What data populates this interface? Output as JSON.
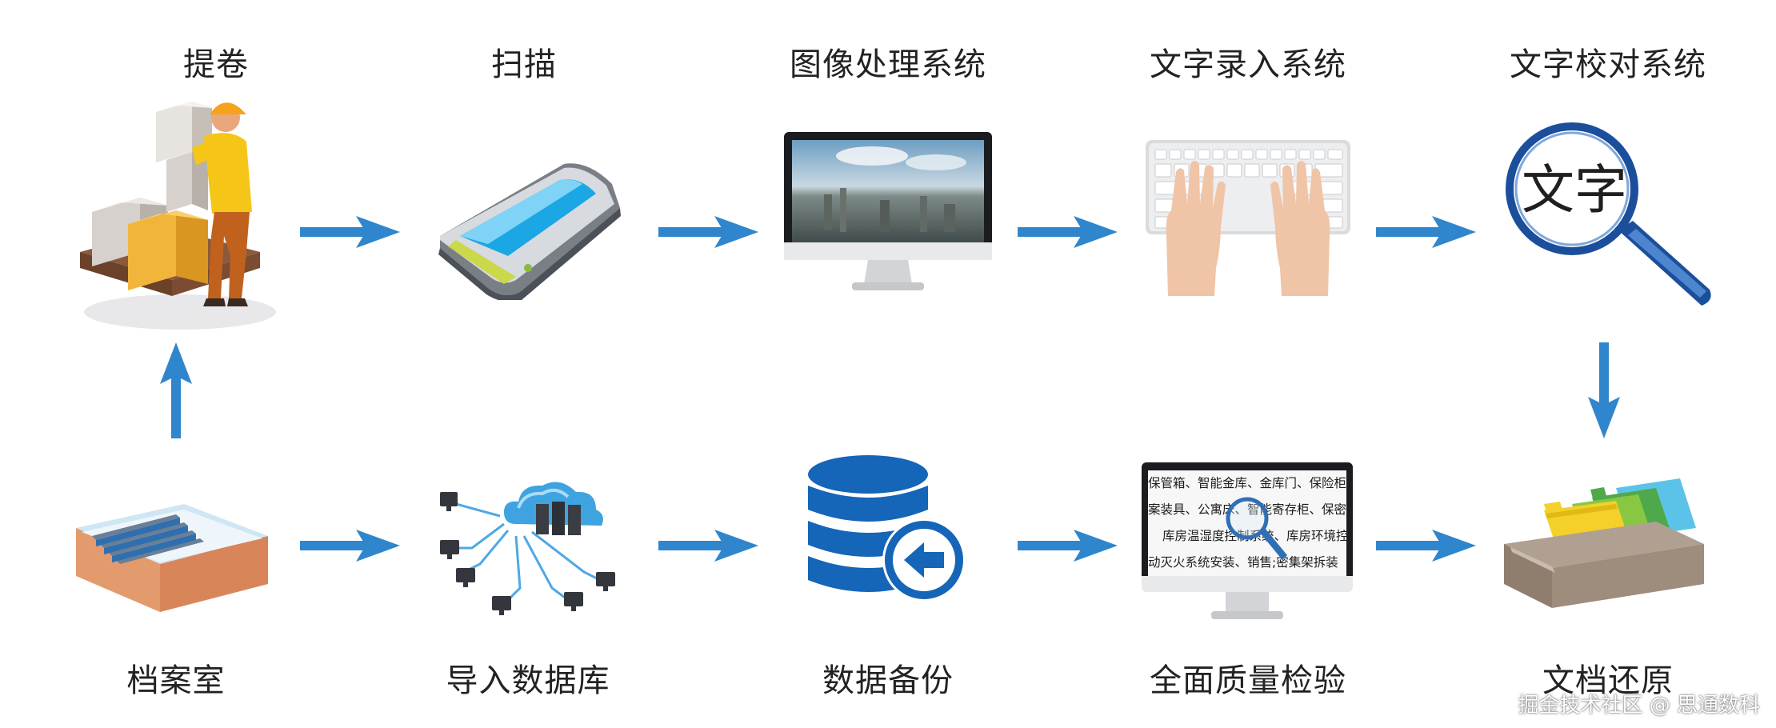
{
  "top_row": [
    {
      "id": "tijuan",
      "label": "提卷",
      "icon": "warehouse-worker-icon"
    },
    {
      "id": "scan",
      "label": "扫描",
      "icon": "scanner-icon"
    },
    {
      "id": "image",
      "label": "图像处理系统",
      "icon": "monitor-icon"
    },
    {
      "id": "input",
      "label": "文字录入系统",
      "icon": "keyboard-icon"
    },
    {
      "id": "proof",
      "label": "文字校对系统",
      "icon": "magnifier-icon"
    }
  ],
  "bottom_row": [
    {
      "id": "archive",
      "label": "档案室",
      "icon": "archive-room-icon"
    },
    {
      "id": "import",
      "label": "导入数据库",
      "icon": "cloud-network-icon"
    },
    {
      "id": "backup",
      "label": "数据备份",
      "icon": "database-backup-icon"
    },
    {
      "id": "qc",
      "label": "全面质量检验",
      "icon": "document-monitor-icon"
    },
    {
      "id": "restore",
      "label": "文档还原",
      "icon": "file-tray-icon"
    }
  ],
  "magnifier_text": "文字",
  "document_lines": [
    "保管箱、智能金库、金库门、保险柜",
    "案装具、公寓床、智能寄存柜、保密",
    "库房温湿度控制系统、库房环境控",
    "动灭火系统安装、销售;密集架拆装"
  ],
  "colors": {
    "arrow": "#2f86cc",
    "database": "#1565b8",
    "label_text": "#222222"
  },
  "watermark": "掘金技术社区 @ 思通数科"
}
